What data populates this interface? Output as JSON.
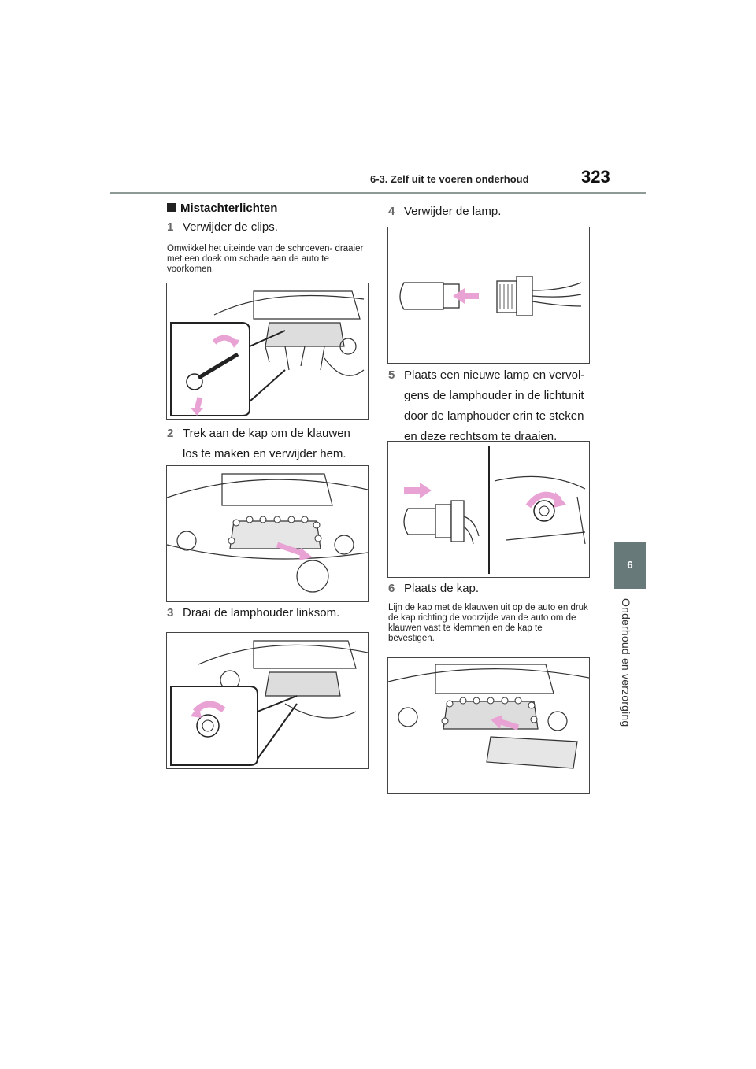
{
  "header": {
    "section": "6-3. Zelf uit te voeren onderhoud",
    "page_number": "323"
  },
  "side_tab": {
    "chapter_number": "6",
    "chapter_title": "Onderhoud en verzorging"
  },
  "content": {
    "heading": "Mistachterlichten",
    "steps": [
      {
        "num": "1",
        "text": "Verwijder de clips."
      },
      {
        "num": "2",
        "text": "Trek aan de kap om de klauwen los te maken en verwijder hem."
      },
      {
        "num": "3",
        "text": "Draai de lamphouder linksom."
      },
      {
        "num": "4",
        "text": "Verwijder de lamp."
      },
      {
        "num": "5",
        "text": "Plaats een nieuwe lamp en vervol- gens de lamphouder in de lichtunit door de lamphouder erin te steken en deze rechtsom te draaien."
      },
      {
        "num": "6",
        "text": "Plaats de kap."
      }
    ],
    "notes": {
      "step1": "Omwikkel het uiteinde van de schroeven- draaier met een doek om schade aan de auto te voorkomen.",
      "step6": "Lijn de kap met de klauwen uit op de auto en druk de kap richting de voorzijde van de auto om de klauwen vast te klemmen en de kap te bevestigen."
    }
  },
  "colors": {
    "arrow": "#e8a2d4",
    "tab": "#68797a",
    "rule": "#8e9a95"
  }
}
